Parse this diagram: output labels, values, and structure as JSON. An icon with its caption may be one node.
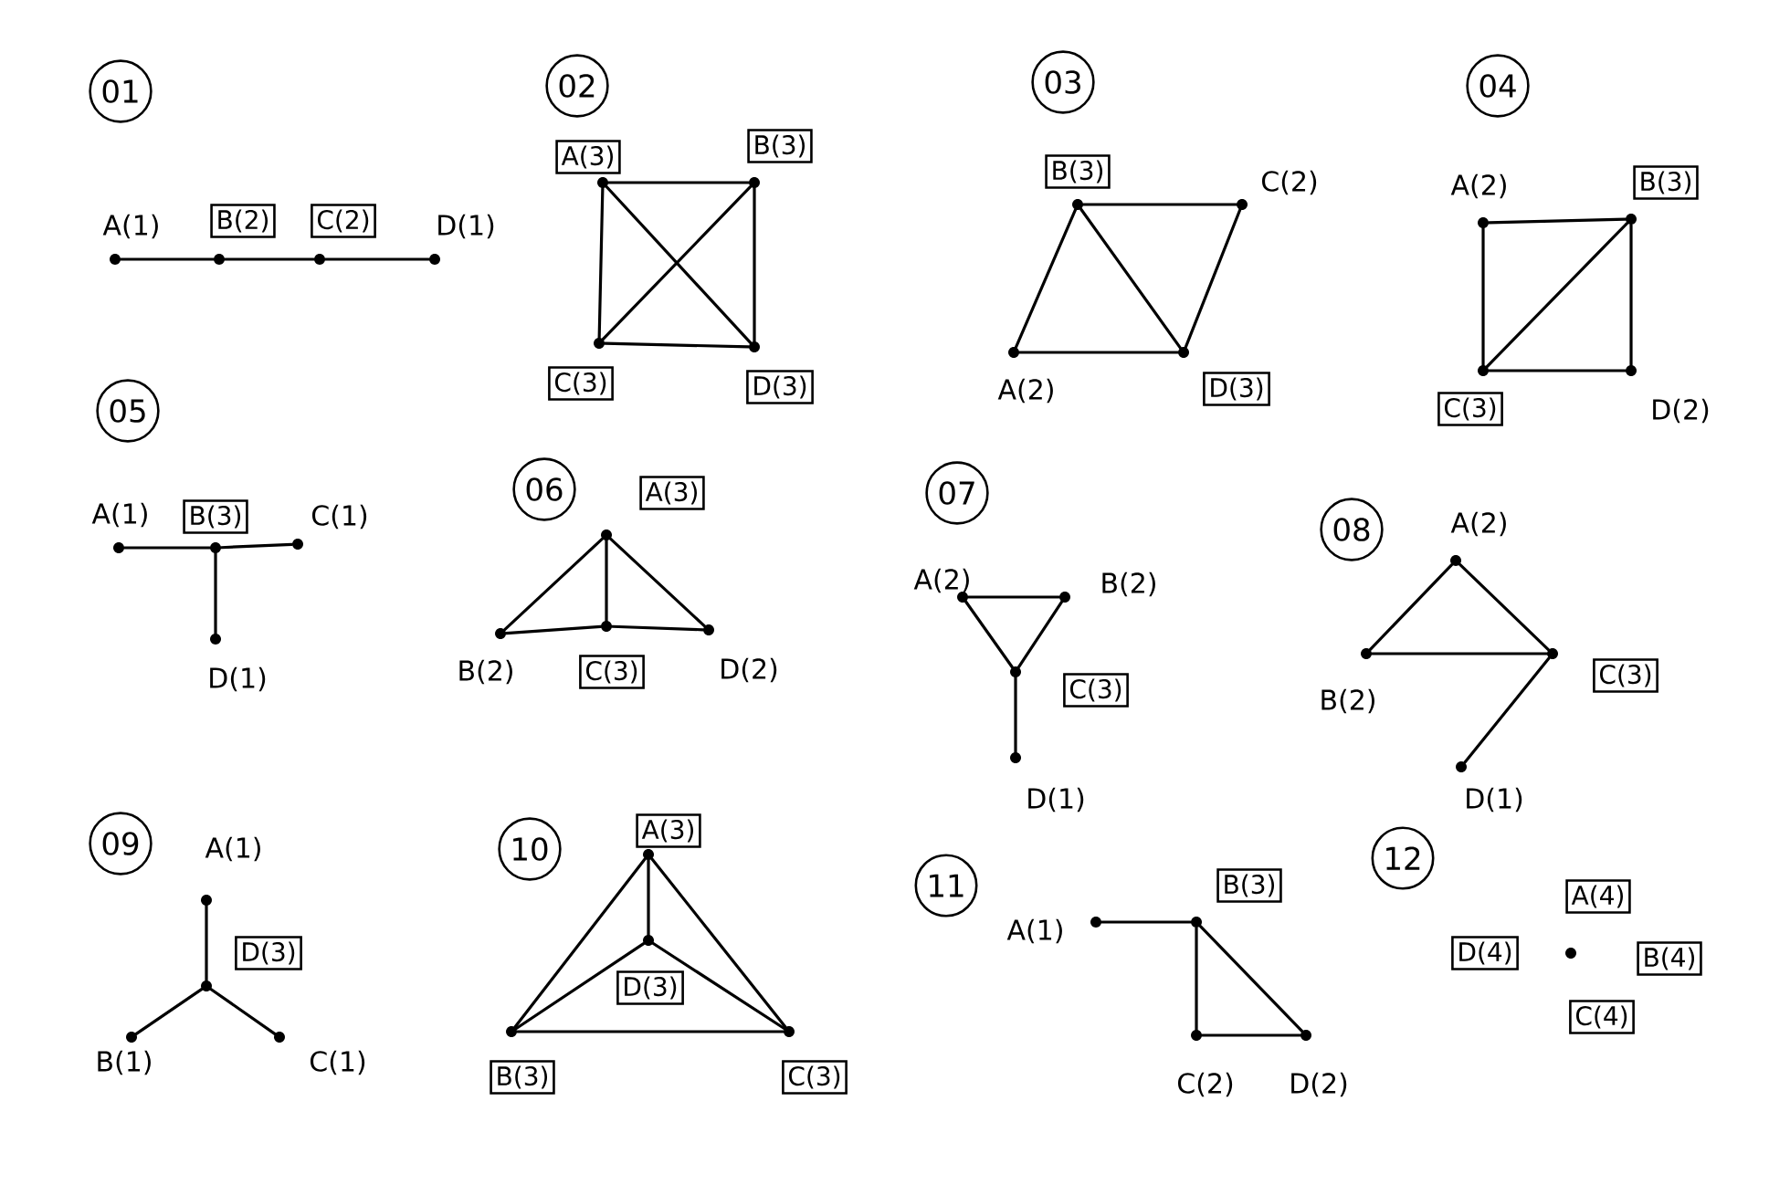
{
  "diagram": {
    "nodes": [
      {
        "text": [],
        "shape": "circle",
        "beside": [
          "A(1)"
        ]
      },
      {
        "text": [],
        "shape": "circle"
      },
      {
        "text": [],
        "shape": "circle"
      },
      {
        "text": [],
        "shape": "circle",
        "beside": [
          "D(1)"
        ]
      },
      {
        "text": [
          "B(2)"
        ]
      },
      {
        "text": [
          "C(2)"
        ]
      },
      {
        "text": [],
        "shape": "circle"
      },
      {
        "text": [],
        "shape": "circle"
      },
      {
        "text": [],
        "shape": "circle"
      },
      {
        "text": [],
        "shape": "circle"
      },
      {
        "text": [
          "A(3)"
        ]
      },
      {
        "text": [
          "B(3)"
        ]
      },
      {
        "text": [
          "C(3)"
        ]
      },
      {
        "text": [
          "D(3)"
        ]
      },
      {
        "text": [],
        "shape": "circle",
        "beside": [
          "A(2)"
        ]
      },
      {
        "text": [],
        "shape": "circle"
      },
      {
        "text": [],
        "shape": "circle",
        "beside": [
          "C(2)"
        ]
      },
      {
        "text": [],
        "shape": "circle"
      },
      {
        "text": [
          "B(3)"
        ]
      },
      {
        "text": [
          "D(3)"
        ]
      },
      {
        "text": [],
        "shape": "circle",
        "beside": [
          "A(2)"
        ]
      },
      {
        "text": [],
        "shape": "circle"
      },
      {
        "text": [],
        "shape": "circle"
      },
      {
        "text": [],
        "shape": "circle",
        "beside": [
          "D(2)"
        ]
      },
      {
        "text": [
          "B(3)"
        ]
      },
      {
        "text": [
          "C(3)"
        ]
      },
      {
        "text": [],
        "shape": "circle",
        "beside": [
          "A(1)"
        ]
      },
      {
        "text": [],
        "shape": "circle"
      },
      {
        "text": [],
        "shape": "circle",
        "beside": [
          "C(1)"
        ]
      },
      {
        "text": [],
        "shape": "circle",
        "beside": [
          "D(1)"
        ]
      },
      {
        "text": [
          "B(3)"
        ]
      },
      {
        "text": [],
        "shape": "circle"
      },
      {
        "text": [],
        "shape": "circle",
        "beside": [
          "B(2)"
        ]
      },
      {
        "text": [],
        "shape": "circle"
      },
      {
        "text": [],
        "shape": "circle",
        "beside": [
          "D(2)"
        ]
      },
      {
        "text": [
          "A(3)"
        ]
      },
      {
        "text": [
          "C(3)"
        ]
      },
      {
        "text": [],
        "shape": "circle",
        "beside": [
          "A(2)"
        ]
      },
      {
        "text": [],
        "shape": "circle",
        "beside": [
          "B(2)"
        ]
      },
      {
        "text": [],
        "shape": "circle"
      },
      {
        "text": [],
        "shape": "circle",
        "beside": [
          "D(1)"
        ]
      },
      {
        "text": [
          "C(3)"
        ]
      },
      {
        "text": [],
        "shape": "circle",
        "beside": [
          "A(2)"
        ]
      },
      {
        "text": [],
        "shape": "circle",
        "beside": [
          "B(2)"
        ]
      },
      {
        "text": [],
        "shape": "circle"
      },
      {
        "text": [],
        "shape": "circle",
        "beside": [
          "D(1)"
        ]
      },
      {
        "text": [
          "C(3)"
        ]
      },
      {
        "text": [],
        "shape": "circle",
        "beside": [
          "A(1)"
        ]
      },
      {
        "text": [],
        "shape": "circle",
        "beside": [
          "B(1)"
        ]
      },
      {
        "text": [],
        "shape": "circle",
        "beside": [
          "C(1)"
        ]
      },
      {
        "text": [],
        "shape": "circle"
      },
      {
        "text": [
          "D(3)"
        ]
      },
      {
        "text": [],
        "shape": "circle"
      },
      {
        "text": [],
        "shape": "circle"
      },
      {
        "text": [],
        "shape": "circle"
      },
      {
        "text": [],
        "shape": "circle"
      },
      {
        "text": [
          "A(3)"
        ]
      },
      {
        "text": [
          "D(3)"
        ]
      },
      {
        "text": [
          "B(3)"
        ]
      },
      {
        "text": [
          "C(3)"
        ]
      },
      {
        "text": [],
        "shape": "circle",
        "beside": [
          "A(1)"
        ]
      },
      {
        "text": [],
        "shape": "circle"
      },
      {
        "text": [],
        "shape": "circle",
        "beside": [
          "C(2)"
        ]
      },
      {
        "text": [],
        "shape": "circle",
        "beside": [
          "D(2)"
        ]
      },
      {
        "text": [
          "B(3)"
        ]
      },
      {
        "text": [],
        "shape": "circle"
      },
      {
        "text": [
          "A(4)"
        ]
      },
      {
        "text": [
          "D(4)"
        ]
      },
      {
        "text": [
          "B(4)"
        ]
      },
      {
        "text": [
          "C(4)"
        ]
      }
    ],
    "edges": [
      {
        "from": 0,
        "to": 1,
        "arrow": "none"
      },
      {
        "from": 1,
        "to": 2,
        "arrow": "none"
      },
      {
        "from": 2,
        "to": 3,
        "arrow": "none"
      },
      {
        "from": 6,
        "to": 7,
        "arrow": "none"
      },
      {
        "from": 6,
        "to": 8,
        "arrow": "none"
      },
      {
        "from": 7,
        "to": 9,
        "arrow": "none"
      },
      {
        "from": 8,
        "to": 9,
        "arrow": "none"
      },
      {
        "from": 6,
        "to": 9,
        "arrow": "none"
      },
      {
        "from": 7,
        "to": 8,
        "arrow": "none"
      },
      {
        "from": 15,
        "to": 16,
        "arrow": "none"
      },
      {
        "from": 15,
        "to": 14,
        "arrow": "none"
      },
      {
        "from": 15,
        "to": 17,
        "arrow": "none"
      },
      {
        "from": 14,
        "to": 17,
        "arrow": "none"
      },
      {
        "from": 16,
        "to": 17,
        "arrow": "none"
      },
      {
        "from": 20,
        "to": 21,
        "arrow": "none"
      },
      {
        "from": 20,
        "to": 22,
        "arrow": "none"
      },
      {
        "from": 21,
        "to": 22,
        "arrow": "none"
      },
      {
        "from": 21,
        "to": 23,
        "arrow": "none"
      },
      {
        "from": 22,
        "to": 23,
        "arrow": "none"
      },
      {
        "from": 27,
        "to": 26,
        "arrow": "none"
      },
      {
        "from": 27,
        "to": 28,
        "arrow": "none"
      },
      {
        "from": 27,
        "to": 29,
        "arrow": "none"
      },
      {
        "from": 31,
        "to": 32,
        "arrow": "none"
      },
      {
        "from": 31,
        "to": 33,
        "arrow": "none"
      },
      {
        "from": 31,
        "to": 34,
        "arrow": "none"
      },
      {
        "from": 32,
        "to": 33,
        "arrow": "none"
      },
      {
        "from": 33,
        "to": 34,
        "arrow": "none"
      },
      {
        "from": 37,
        "to": 38,
        "arrow": "none"
      },
      {
        "from": 37,
        "to": 39,
        "arrow": "none"
      },
      {
        "from": 38,
        "to": 39,
        "arrow": "none"
      },
      {
        "from": 39,
        "to": 40,
        "arrow": "none"
      },
      {
        "from": 42,
        "to": 43,
        "arrow": "none"
      },
      {
        "from": 42,
        "to": 44,
        "arrow": "none"
      },
      {
        "from": 43,
        "to": 44,
        "arrow": "none"
      },
      {
        "from": 44,
        "to": 45,
        "arrow": "none"
      },
      {
        "from": 50,
        "to": 47,
        "arrow": "none"
      },
      {
        "from": 50,
        "to": 48,
        "arrow": "none"
      },
      {
        "from": 50,
        "to": 49,
        "arrow": "none"
      },
      {
        "from": 52,
        "to": 53,
        "arrow": "none"
      },
      {
        "from": 52,
        "to": 54,
        "arrow": "none"
      },
      {
        "from": 52,
        "to": 55,
        "arrow": "none"
      },
      {
        "from": 53,
        "to": 54,
        "arrow": "none"
      },
      {
        "from": 53,
        "to": 55,
        "arrow": "none"
      },
      {
        "from": 54,
        "to": 55,
        "arrow": "none"
      },
      {
        "from": 60,
        "to": 61,
        "arrow": "none"
      },
      {
        "from": 61,
        "to": 62,
        "arrow": "none"
      },
      {
        "from": 61,
        "to": 63,
        "arrow": "none"
      },
      {
        "from": 62,
        "to": 63,
        "arrow": "none"
      }
    ],
    "labels": [
      "01",
      "02",
      "03",
      "04",
      "05",
      "06",
      "07",
      "08",
      "09",
      "10",
      "11",
      "12"
    ]
  }
}
